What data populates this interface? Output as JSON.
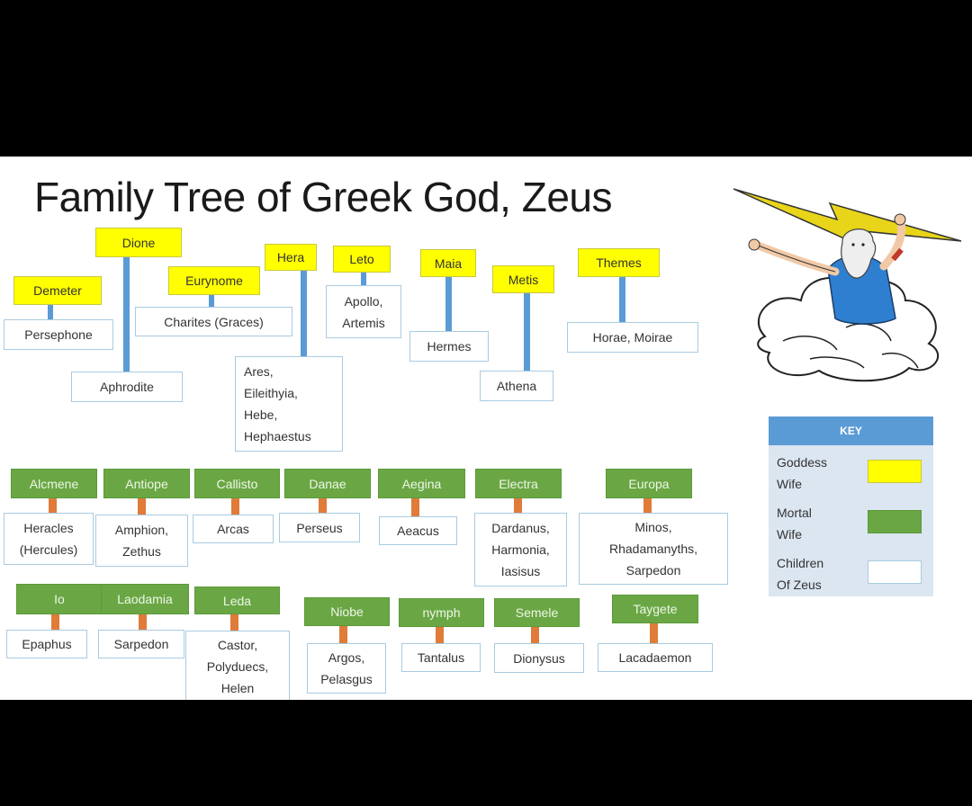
{
  "title": "Family Tree of Greek God, Zeus",
  "goddess_wives": [
    {
      "name": "Demeter",
      "children": "Persephone"
    },
    {
      "name": "Dione",
      "children": "Aphrodite"
    },
    {
      "name": "Eurynome",
      "children": "Charites (Graces)"
    },
    {
      "name": "Hera",
      "children": "Ares,\nEileithyia,\nHebe,\nHephaestus"
    },
    {
      "name": "Leto",
      "children": "Apollo,\nArtemis"
    },
    {
      "name": "Maia",
      "children": "Hermes"
    },
    {
      "name": "Metis",
      "children": "Athena"
    },
    {
      "name": "Themes",
      "children": "Horae, Moirae"
    }
  ],
  "mortal_wives_row1": [
    {
      "name": "Alcmene",
      "children": "Heracles\n(Hercules)"
    },
    {
      "name": "Antiope",
      "children": "Amphion,\nZethus"
    },
    {
      "name": "Callisto",
      "children": "Arcas"
    },
    {
      "name": "Danae",
      "children": "Perseus"
    },
    {
      "name": "Aegina",
      "children": "Aeacus"
    },
    {
      "name": "Electra",
      "children": "Dardanus,\nHarmonia,\nIasisus"
    },
    {
      "name": "Europa",
      "children": "Minos,\nRhadamanyths,\nSarpedon"
    }
  ],
  "mortal_wives_row2": [
    {
      "name": "Io",
      "children": "Epaphus"
    },
    {
      "name": "Laodamia",
      "children": "Sarpedon"
    },
    {
      "name": "Leda",
      "children": "Castor,\nPolyduecs,\nHelen"
    },
    {
      "name": "Niobe",
      "children": "Argos,\nPelasgus"
    },
    {
      "name": "nymph",
      "children": "Tantalus"
    },
    {
      "name": "Semele",
      "children": "Dionysus"
    },
    {
      "name": "Taygete",
      "children": "Lacadaemon"
    }
  ],
  "key": {
    "heading": "KEY",
    "items": [
      {
        "label": "Goddess\nWife",
        "swatch_color": "#ffff00"
      },
      {
        "label": "Mortal\nWife",
        "swatch_color": "#6aa744"
      },
      {
        "label": "Children\nOf Zeus",
        "swatch_color": "#ffffff"
      }
    ]
  },
  "colors": {
    "goddess": "#ffff00",
    "mortal": "#6aa744",
    "goddess_connector": "#5b9bd5",
    "mortal_connector": "#e07b39"
  },
  "illustration": "zeus-with-lightning-bolt"
}
